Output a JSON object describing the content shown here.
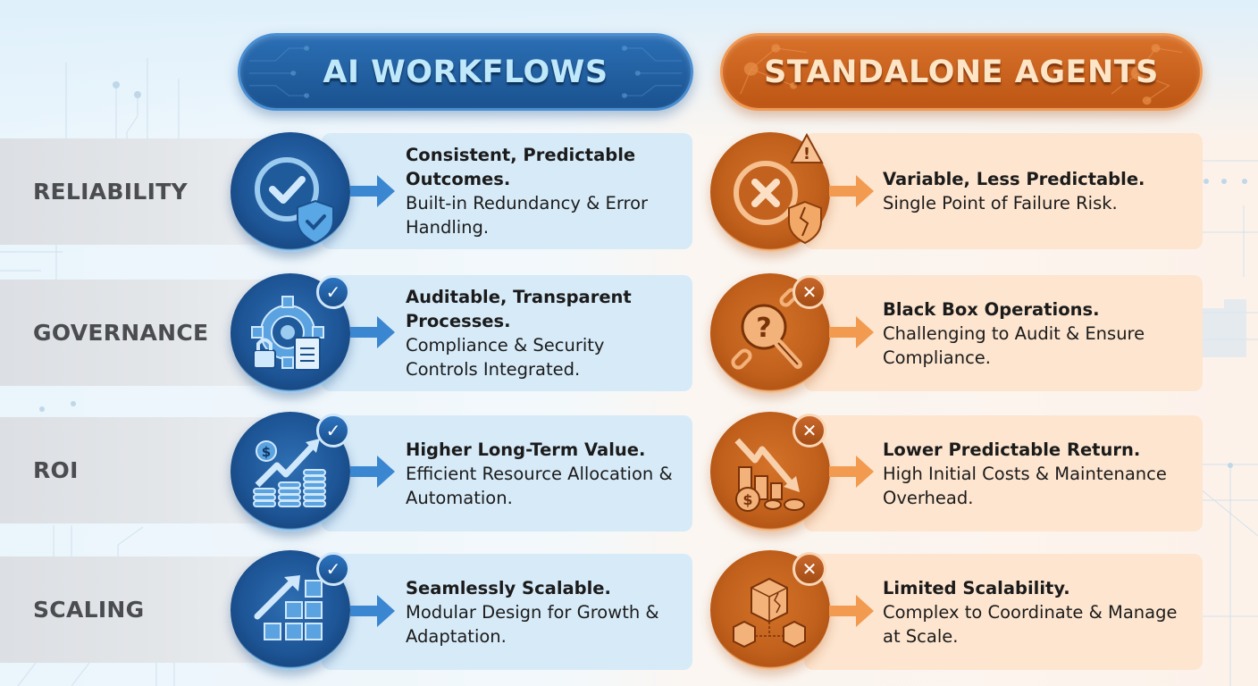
{
  "headers": {
    "left": "AI WORKFLOWS",
    "right": "STANDALONE AGENTS"
  },
  "colors": {
    "blue_accent": "#1d5596",
    "blue_card": "#d6eaf8",
    "orange_accent": "#c0601c",
    "orange_card": "#fde5cf",
    "label_text": "#4a4c50"
  },
  "rows": [
    {
      "label": "RELIABILITY",
      "workflow": {
        "icon": "check-circle-shield-icon",
        "title": "Consistent, Predictable Outcomes.",
        "desc": "Built-in Redundancy & Error Handling."
      },
      "agent": {
        "icon": "x-circle-broken-shield-warning-icon",
        "badge": "warning",
        "title": "Variable, Less Predictable.",
        "desc": "Single Point of Failure Risk."
      }
    },
    {
      "label": "GOVERNANCE",
      "workflow": {
        "icon": "gear-lock-document-icon",
        "badge": "check",
        "title": "Auditable, Transparent Processes.",
        "desc": "Compliance & Security Controls Integrated."
      },
      "agent": {
        "icon": "question-magnifier-broken-chain-icon",
        "badge": "x",
        "title": "Black Box Operations.",
        "desc": "Challenging to Audit & Ensure Compliance."
      }
    },
    {
      "label": "ROI",
      "workflow": {
        "icon": "rising-chart-coins-icon",
        "badge": "check",
        "title": "Higher Long-Term Value.",
        "desc": "Efficient Resource Allocation & Automation."
      },
      "agent": {
        "icon": "falling-chart-coins-icon",
        "badge": "x",
        "title": "Lower Predictable Return.",
        "desc": "High Initial Costs & Maintenance Overhead."
      }
    },
    {
      "label": "SCALING",
      "workflow": {
        "icon": "modular-cubes-arrow-icon",
        "badge": "check",
        "title": "Seamlessly Scalable.",
        "desc": "Modular Design for Growth & Adaptation."
      },
      "agent": {
        "icon": "cracked-cubes-icon",
        "badge": "x",
        "title": "Limited Scalability.",
        "desc": "Complex to Coordinate & Manage at Scale."
      }
    }
  ],
  "badges": {
    "check": "✓",
    "x": "✕",
    "warning": "!"
  }
}
